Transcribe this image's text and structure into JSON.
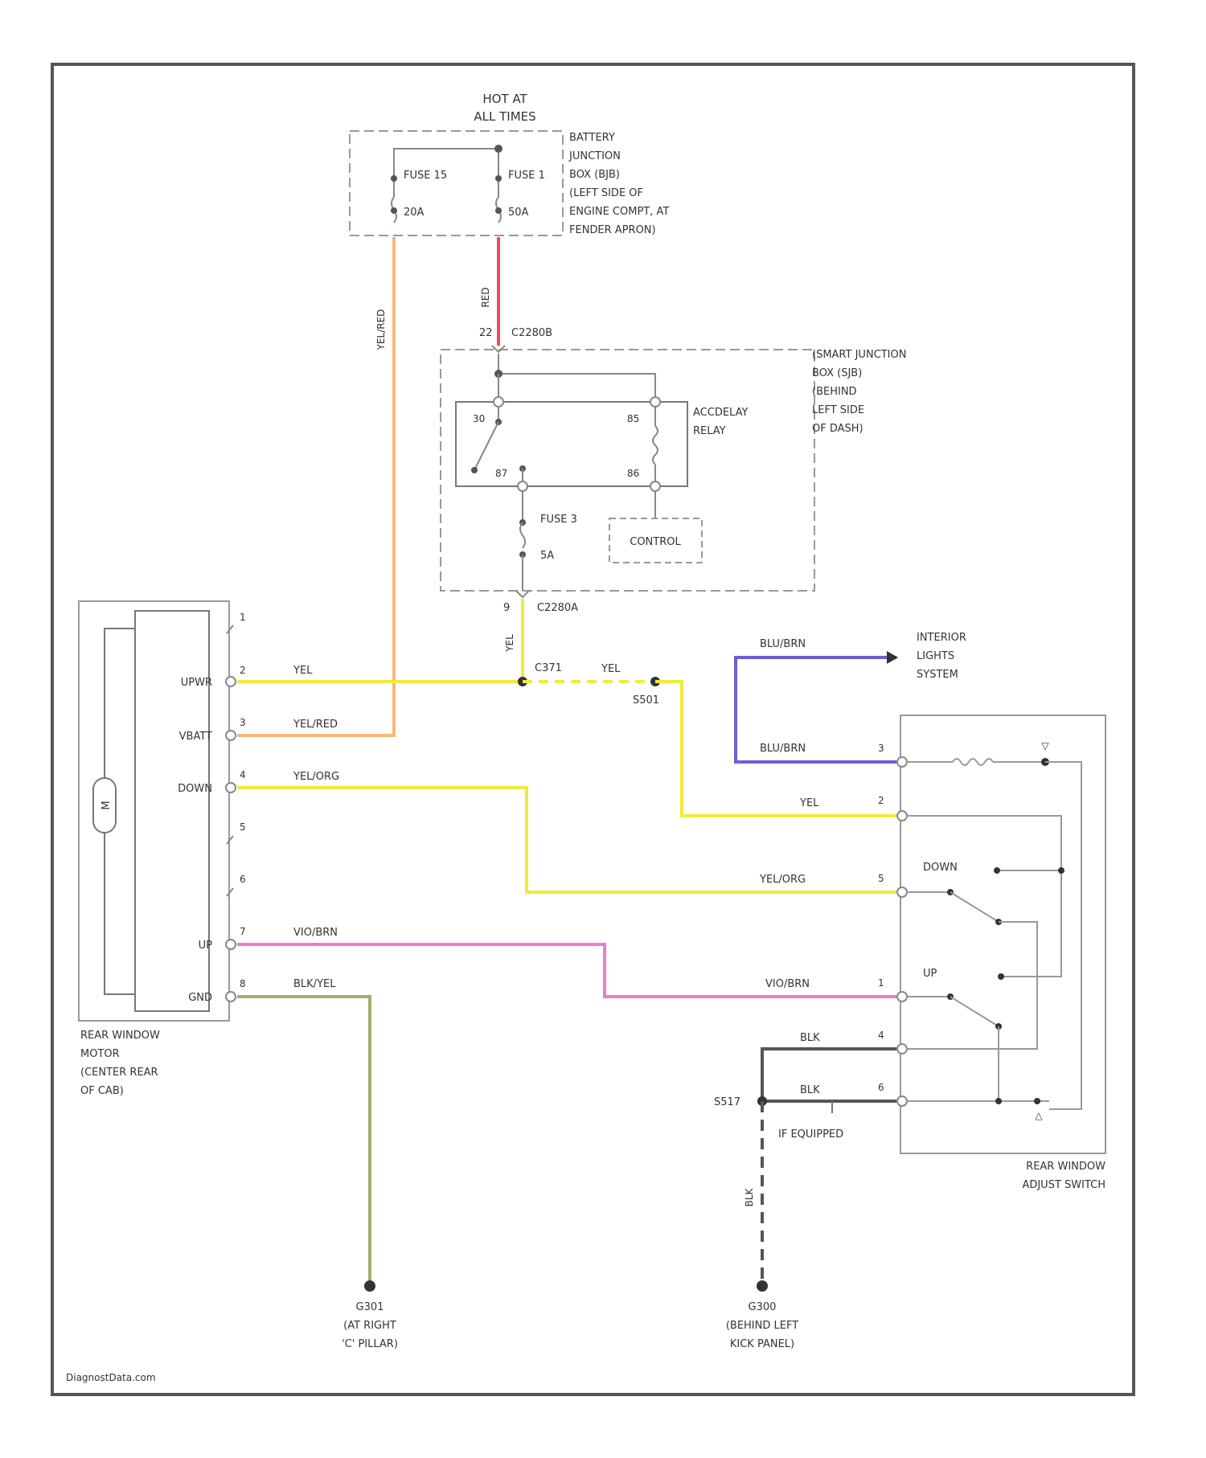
{
  "colors": {
    "frame": "#555555",
    "yellow": "#f2ea3a",
    "orange": "#f5b978",
    "red": "#f24a5a",
    "violet": "#6c5fd6",
    "pink": "#ec7ec7",
    "olive": "#a8ad6a",
    "dark": "#555555",
    "gray": "#999999"
  },
  "top": {
    "hot_line1": "HOT AT",
    "hot_line2": "ALL TIMES",
    "fuse_a": "FUSE 15",
    "fuse_a_rating": "20A",
    "fuse_b": "FUSE 1",
    "fuse_b_rating": "50A",
    "bjb_lines": [
      "BATTERY",
      "JUNCTION",
      "BOX (BJB)",
      "(LEFT SIDE OF",
      "ENGINE COMPT, AT",
      "FENDER APRON)"
    ]
  },
  "sjb": {
    "lines": [
      "(SMART JUNCTION",
      "BOX (SJB)",
      "(BEHIND",
      "LEFT SIDE",
      "OF DASH)"
    ],
    "connector_top_pin": "22",
    "connector_top": "C2280B",
    "relay_label": [
      "ACCDELAY",
      "RELAY"
    ],
    "pins": [
      "30",
      "85",
      "87",
      "86"
    ],
    "fuse": "FUSE 3",
    "fuse_rating": "5A",
    "control": "CONTROL",
    "connector_bot_pin": "9",
    "connector_bot": "C2280A"
  },
  "motor": {
    "label_lines": [
      "REAR WINDOW",
      "MOTOR",
      "(CENTER REAR",
      "OF CAB)"
    ],
    "symbol": "M",
    "pins": [
      "1",
      "2",
      "3",
      "4",
      "5",
      "6",
      "7",
      "8"
    ],
    "pin_names": [
      "UPWR",
      "VBATT",
      "DOWN",
      "UP",
      "GND"
    ]
  },
  "switch": {
    "label_lines": [
      "REAR WINDOW",
      "ADJUST SWITCH"
    ],
    "pins": [
      "3",
      "2",
      "5",
      "1",
      "4",
      "6"
    ],
    "down": "DOWN",
    "up": "UP"
  },
  "interior": [
    "INTERIOR",
    "LIGHTS",
    "SYSTEM"
  ],
  "wires": {
    "yel_red": "YEL/RED",
    "red": "RED",
    "yel": "YEL",
    "yel_org": "YEL/ORG",
    "vio_brn": "VIO/BRN",
    "blk_yel": "BLK/YEL",
    "blu_brn": "BLU/BRN",
    "blk": "BLK"
  },
  "splices": {
    "s1": "C371",
    "s2": "S501",
    "s3": "S517"
  },
  "if_equipped": "IF EQUIPPED",
  "grounds": {
    "g1": [
      "G301",
      "(AT RIGHT",
      "'C' PILLAR)"
    ],
    "g2": [
      "G300",
      "(BEHIND LEFT",
      "KICK PANEL)"
    ]
  },
  "watermark": "DiagnostData.com"
}
